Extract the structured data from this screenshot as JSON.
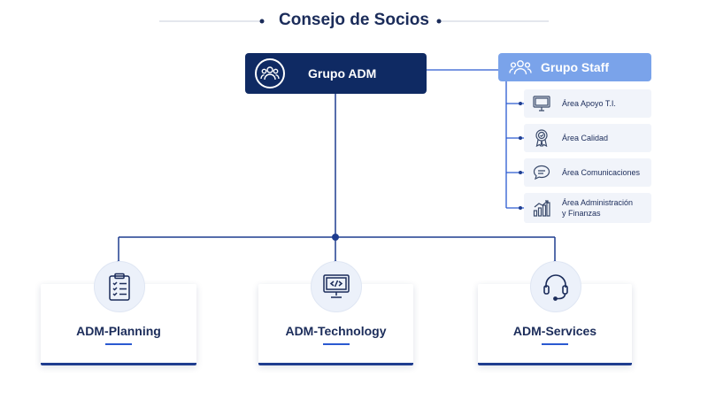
{
  "title": "Consejo de Socios",
  "root": {
    "label": "Grupo ADM",
    "icon": "group-icon"
  },
  "staff": {
    "label": "Grupo Staff",
    "icon": "group-icon",
    "areas": [
      {
        "label": "Área Apoyo T.I.",
        "icon": "monitor-icon"
      },
      {
        "label": "Área Calidad",
        "icon": "award-icon"
      },
      {
        "label": "Área Comunicaciones",
        "icon": "chat-bubble-icon"
      },
      {
        "label_line1": "Área Administración",
        "label_line2": "y Finanzas",
        "icon": "bar-chart-icon"
      }
    ]
  },
  "divisions": [
    {
      "label": "ADM-Planning",
      "icon": "clipboard-checklist-icon"
    },
    {
      "label": "ADM-Technology",
      "icon": "code-monitor-icon"
    },
    {
      "label": "ADM-Services",
      "icon": "headset-icon"
    }
  ],
  "colors": {
    "navy": "#0f2a63",
    "staff_blue": "#7aa3ea",
    "accent_blue": "#2a5ad1",
    "line_blue": "#1f3d8f",
    "text_dark": "#1b2c5a",
    "area_bg": "#f1f4fa"
  }
}
